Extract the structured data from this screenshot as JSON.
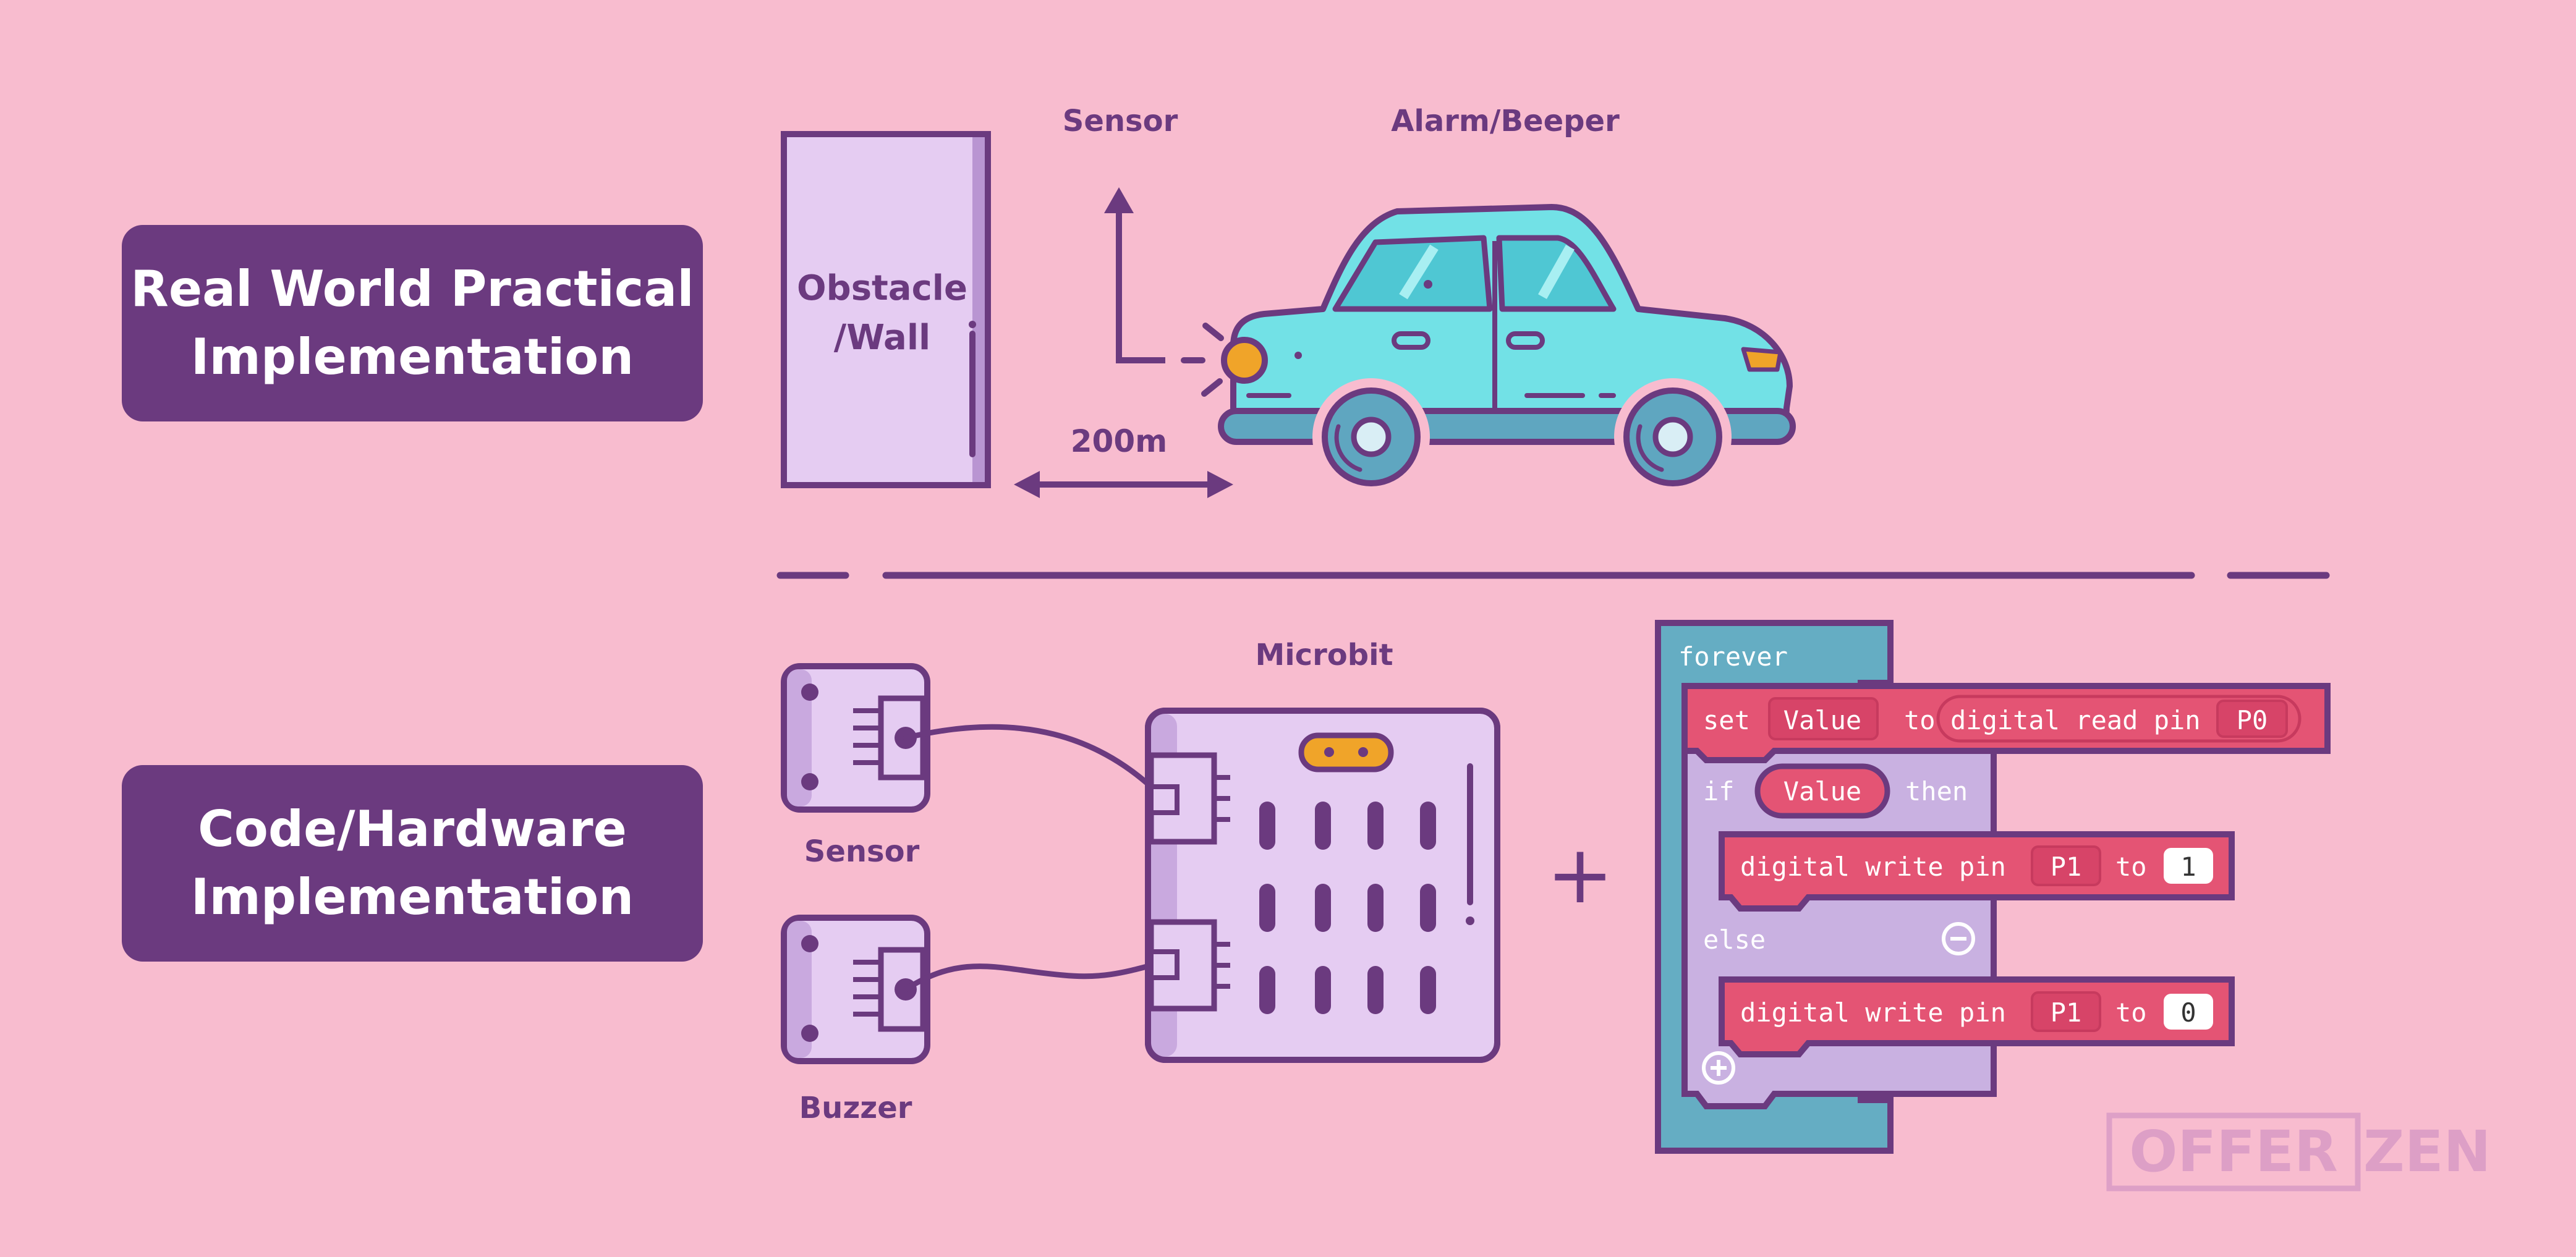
{
  "panels": {
    "real_world": [
      "Real World Practical",
      "Implementation"
    ],
    "code_hardware": [
      "Code/Hardware",
      "Implementation"
    ]
  },
  "scene": {
    "obstacle": [
      "Obstacle",
      "/Wall"
    ],
    "sensor_label": "Sensor",
    "alarm_label": "Alarm/Beeper",
    "distance_label": "200m"
  },
  "hardware": {
    "microbit_label": "Microbit",
    "sensor_label": "Sensor",
    "buzzer_label": "Buzzer",
    "plus": "+"
  },
  "code": {
    "forever": "forever",
    "set": "set",
    "value_var": "Value",
    "to": "to",
    "digital_read": "digital read pin",
    "pin_read": "P0",
    "if": "if",
    "then": "then",
    "digital_write": "digital write pin",
    "pin_write": "P1",
    "val_high": "1",
    "else": "else",
    "val_low": "0"
  },
  "brand": {
    "left": "OFFER",
    "right": "ZEN"
  },
  "colors": {
    "background": "#f8bccf",
    "purple": "#6b3a7f",
    "lavender": "#e5ccf2",
    "car": "#72e1e6",
    "block_red": "#e45474",
    "block_teal": "#65adc3",
    "block_lilac": "#c9b1e1",
    "amber": "#f0a429"
  }
}
